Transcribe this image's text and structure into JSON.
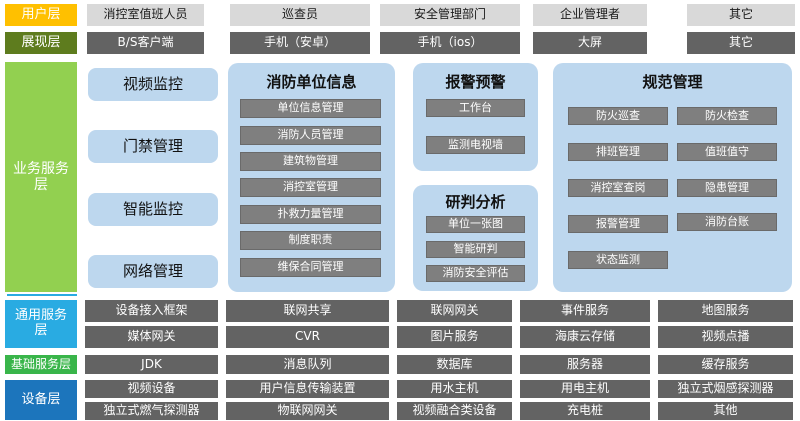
{
  "colors": {
    "user_layer": "#FFC000",
    "presentation_layer": "#5E7C1E",
    "business_layer": "#92D050",
    "common_layer": "#29ABE2",
    "basic_layer": "#39B54A",
    "device_layer": "#1C75BC",
    "group_fill": "#BDD7EE",
    "dark_box": "#636363",
    "sub_box": "#7F7F7F",
    "light_box": "#D9D9D9"
  },
  "layers": {
    "user": {
      "label": "用户层",
      "items": [
        "消控室值班人员",
        "巡查员",
        "安全管理部门",
        "企业管理者",
        "其它"
      ]
    },
    "presentation": {
      "label": "展现层",
      "items": [
        "B/S客户端",
        "手机（安卓）",
        "手机（ios）",
        "大屏",
        "其它"
      ]
    },
    "business": {
      "label": "业务服务层",
      "standalone": [
        "视频监控",
        "门禁管理",
        "智能监控",
        "网络管理"
      ],
      "groups": {
        "unit_info": {
          "title": "消防单位信息",
          "items": [
            "单位信息管理",
            "消防人员管理",
            "建筑物管理",
            "消控室管理",
            "扑救力量管理",
            "制度职责",
            "维保合同管理"
          ]
        },
        "alarm": {
          "title": "报警预警",
          "items": [
            "工作台",
            "监测电视墙"
          ]
        },
        "analysis": {
          "title": "研判分析",
          "items": [
            "单位一张图",
            "智能研判",
            "消防安全评估"
          ]
        },
        "standard": {
          "title": "规范管理",
          "left_items": [
            "防火巡查",
            "排班管理",
            "消控室查岗",
            "报警管理",
            "状态监测"
          ],
          "right_items": [
            "防火检查",
            "值班值守",
            "隐患管理",
            "消防台账"
          ]
        }
      }
    },
    "common": {
      "label": "通用服务层",
      "row1": [
        "设备接入框架",
        "联网共享",
        "联网网关",
        "事件服务",
        "地图服务"
      ],
      "row2": [
        "媒体网关",
        "CVR",
        "图片服务",
        "海康云存储",
        "视频点播"
      ]
    },
    "basic": {
      "label": "基础服务层",
      "items": [
        "JDK",
        "消息队列",
        "数据库",
        "服务器",
        "缓存服务"
      ]
    },
    "device": {
      "label": "设备层",
      "row1": [
        "视频设备",
        "用户信息传输装置",
        "用水主机",
        "用电主机",
        "独立式烟感探测器"
      ],
      "row2": [
        "独立式燃气探测器",
        "物联网网关",
        "视频融合类设备",
        "充电桩",
        "其他"
      ]
    }
  }
}
